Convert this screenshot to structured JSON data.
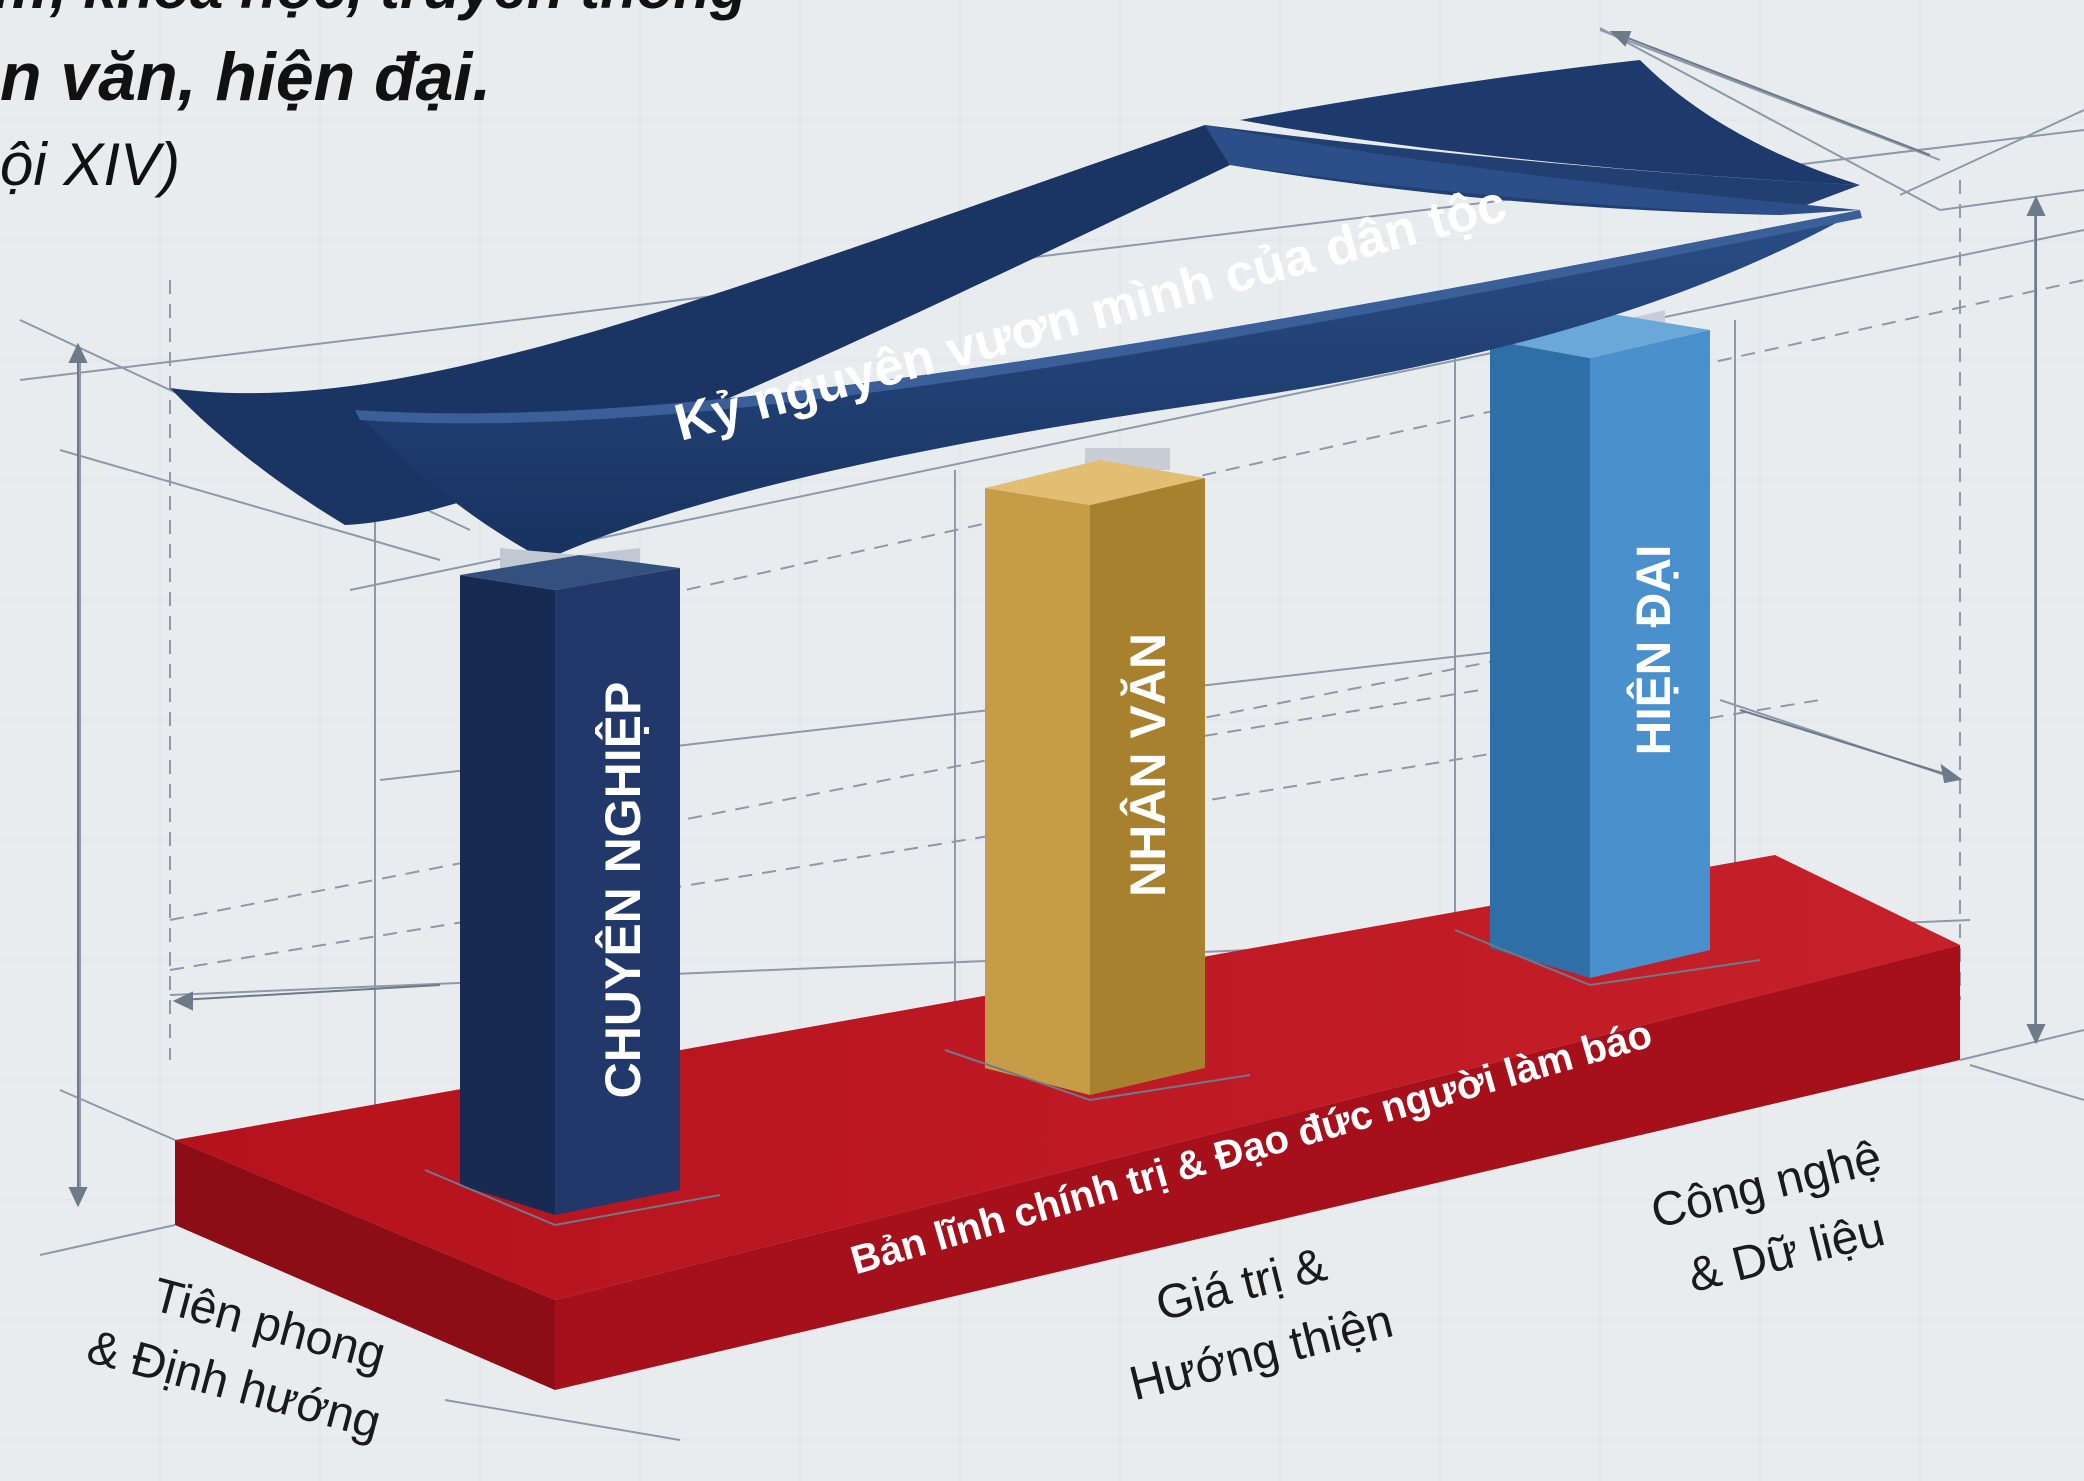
{
  "header": {
    "line_cropped": "…, khoa học, truyền thống",
    "line_main": "n văn, hiện đại.",
    "line_source": "ội XIV)"
  },
  "roof": {
    "label": "Kỷ nguyên vươn mình của dân tộc"
  },
  "pillars": [
    {
      "label": "CHUYÊN NGHIỆP"
    },
    {
      "label": "NHÂN VĂN"
    },
    {
      "label": "HIỆN ĐẠI"
    }
  ],
  "base": {
    "label": "Bản lĩnh chính trị & Đạo đức người làm báo"
  },
  "footer_labels": {
    "left": {
      "line1": "Tiên phong",
      "line2": "& Định hướng"
    },
    "middle": {
      "line1": "Giá trị &",
      "line2": "Hướng thiện"
    },
    "right": {
      "line1": "Công nghệ",
      "line2": "& Dữ liệu"
    }
  },
  "colors": {
    "background": "#e9ecef",
    "roof": "#1b3a6e",
    "pillar_professional": "#1a2f5c",
    "pillar_humanistic": "#c9a24f",
    "pillar_modern": "#3f86c2",
    "base": "#b3141f",
    "guide_lines": "#8d99a8"
  }
}
